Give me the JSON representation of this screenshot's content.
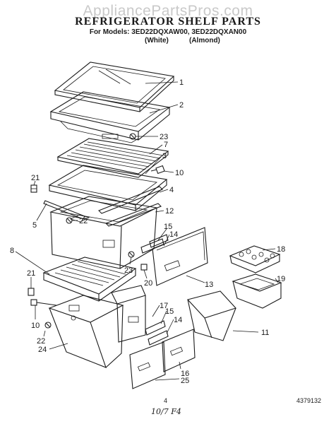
{
  "header": {
    "watermark": "AppliancePartsPros.com",
    "title": "REFRIGERATOR SHELF PARTS",
    "models": "For Models: 3ED22DQXAW00, 3ED22DQXAN00",
    "color_white": "(White)",
    "color_almond": "(Almond)"
  },
  "callouts": [
    "1",
    "2",
    "23",
    "7",
    "3",
    "21",
    "10",
    "4",
    "5",
    "22",
    "12",
    "15",
    "14",
    "8",
    "18",
    "21",
    "23",
    "20",
    "13",
    "19",
    "17",
    "15",
    "14",
    "10",
    "22",
    "24",
    "11",
    "16",
    "25"
  ],
  "footer": {
    "page_number": "4",
    "handwritten_date": "10/7 F4",
    "doc_number": "4379132"
  }
}
